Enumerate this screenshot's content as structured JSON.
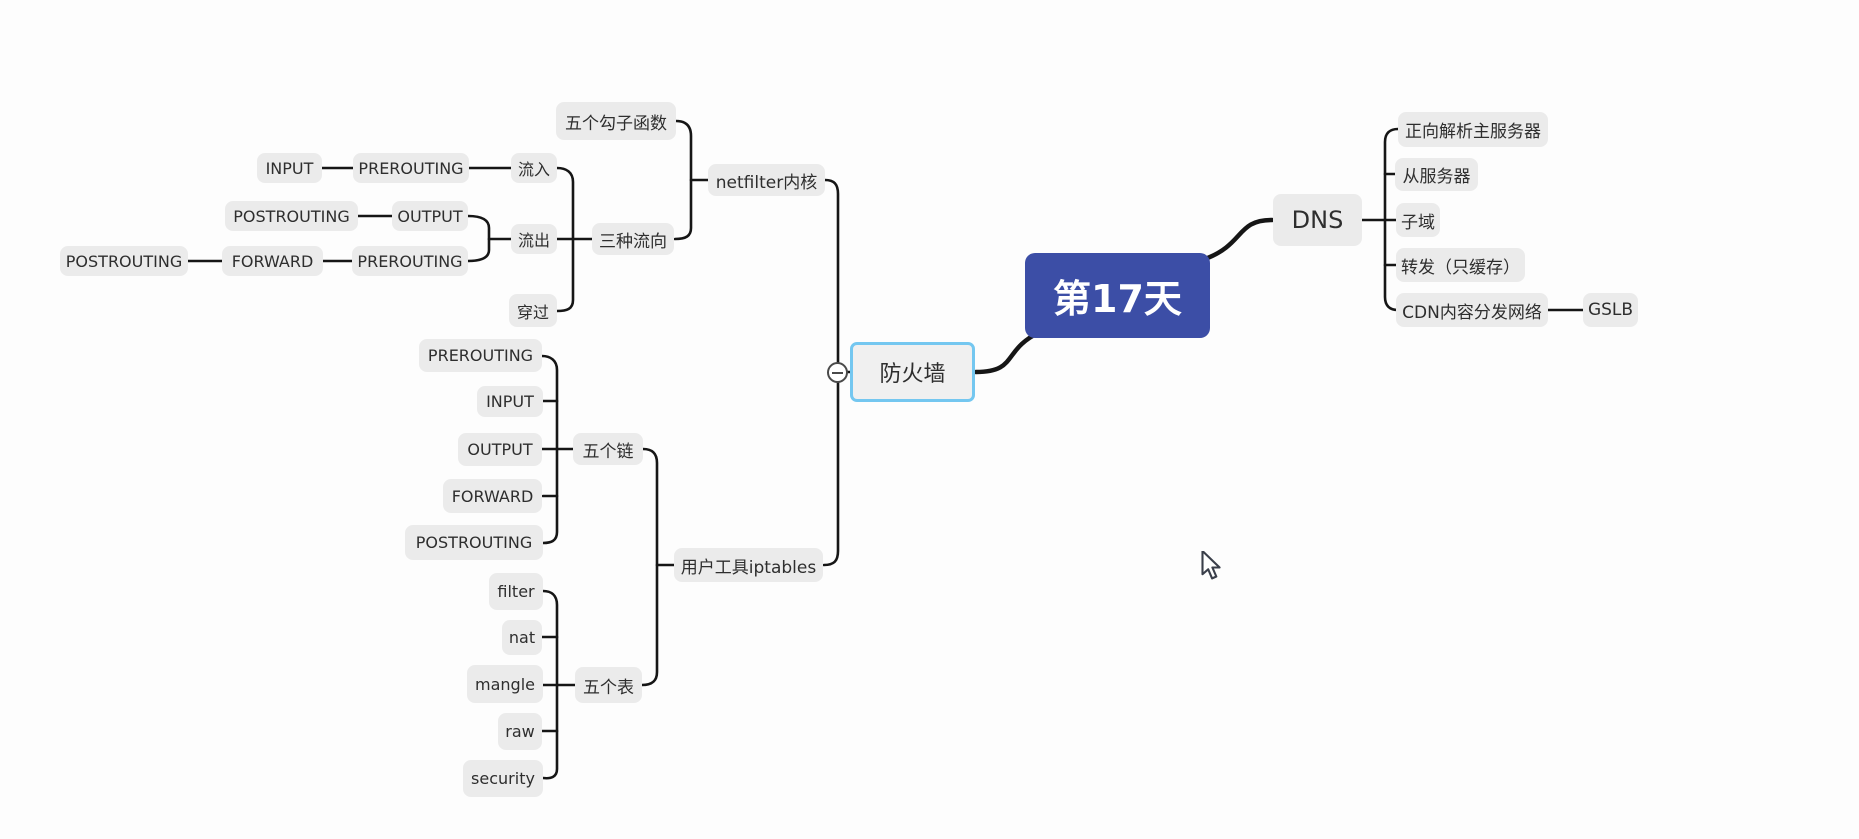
{
  "app": {
    "type": "mind-map-canvas"
  },
  "colors": {
    "background": "#fdfdfd",
    "root_bg": "#3c4ea6",
    "root_text": "#ffffff",
    "node_bg": "#ebebeb",
    "node_text": "#2e2e2e",
    "selected_border": "#74c7f0",
    "connector": "#161616"
  },
  "icons": {
    "collapse": "collapse-minus-icon",
    "cursor": "arrow-cursor"
  },
  "nodes": {
    "root": {
      "label": "第17天"
    },
    "dns": {
      "label": "DNS"
    },
    "dns_forward_master": {
      "label": "正向解析主服务器"
    },
    "dns_slave": {
      "label": "从服务器"
    },
    "dns_subdomain": {
      "label": "子域"
    },
    "dns_forwarding": {
      "label": "转发（只缓存）"
    },
    "dns_cdn": {
      "label": "CDN内容分发网络"
    },
    "dns_gslb": {
      "label": "GSLB"
    },
    "firewall": {
      "label": "防火墙"
    },
    "netfilter": {
      "label": "netfilter内核"
    },
    "hooks": {
      "label": "五个勾子函数"
    },
    "flows": {
      "label": "三种流向"
    },
    "flow_in": {
      "label": "流入"
    },
    "flow_out": {
      "label": "流出"
    },
    "flow_through": {
      "label": "穿过"
    },
    "in_prerouting": {
      "label": "PREROUTING"
    },
    "in_input": {
      "label": "INPUT"
    },
    "out_postrouting": {
      "label": "POSTROUTING"
    },
    "out_output": {
      "label": "OUTPUT"
    },
    "fwd_postrouting": {
      "label": "POSTROUTING"
    },
    "fwd_forward": {
      "label": "FORWARD"
    },
    "fwd_prerouting": {
      "label": "PREROUTING"
    },
    "iptables": {
      "label": "用户工具iptables"
    },
    "chains": {
      "label": "五个链"
    },
    "chain_prerouting": {
      "label": "PREROUTING"
    },
    "chain_input": {
      "label": "INPUT"
    },
    "chain_output": {
      "label": "OUTPUT"
    },
    "chain_forward": {
      "label": "FORWARD"
    },
    "chain_postrouting": {
      "label": "POSTROUTING"
    },
    "tables": {
      "label": "五个表"
    },
    "table_filter": {
      "label": "filter"
    },
    "table_nat": {
      "label": "nat"
    },
    "table_mangle": {
      "label": "mangle"
    },
    "table_raw": {
      "label": "raw"
    },
    "table_security": {
      "label": "security"
    }
  }
}
